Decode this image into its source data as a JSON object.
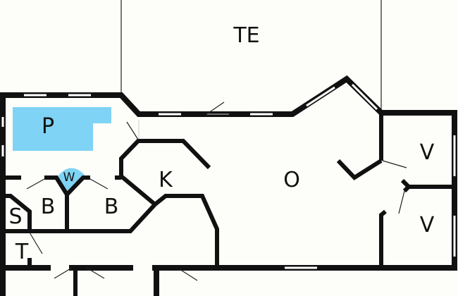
{
  "plan": {
    "colors": {
      "wall": "#111111",
      "water": "#7fd3f4",
      "background": "#fdfdf9"
    },
    "rooms": {
      "terrace": "TE",
      "pool": "P",
      "whirlpool": "W",
      "kitchen": "K",
      "living": "O",
      "bedroom_right_top": "V",
      "bedroom_right_bottom": "V",
      "bedroom_left_1": "B",
      "bedroom_left_2": "B",
      "sauna": "S",
      "toilet": "T"
    }
  }
}
